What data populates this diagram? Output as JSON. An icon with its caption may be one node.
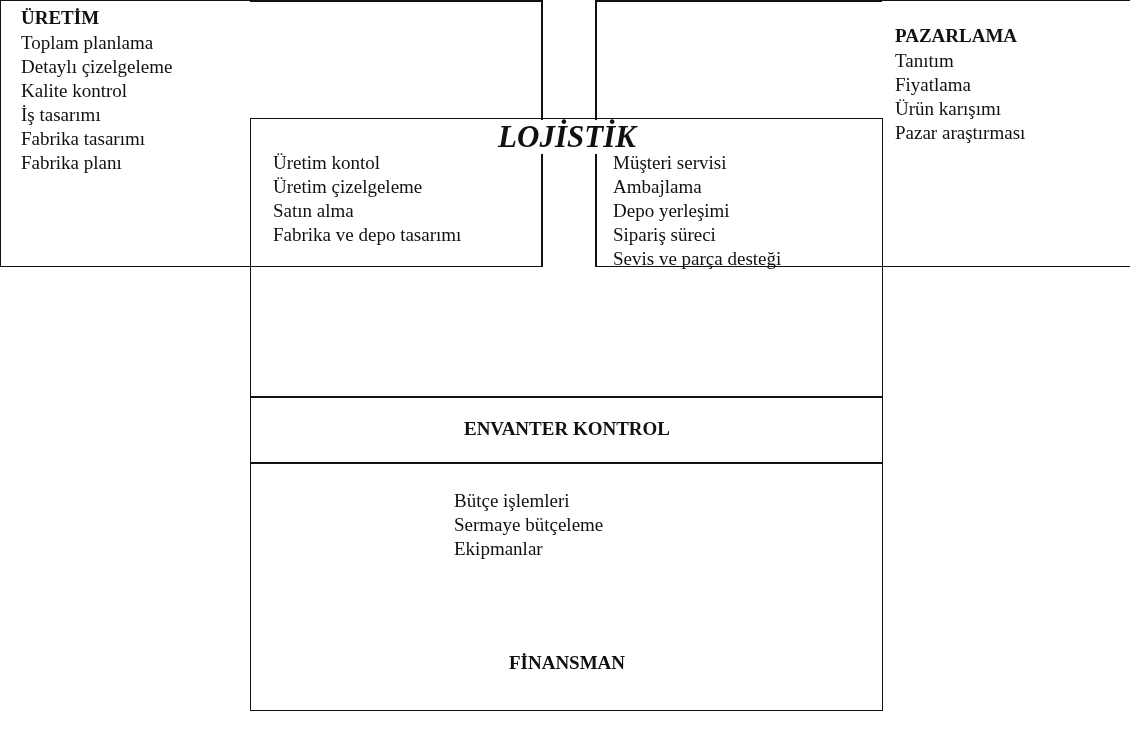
{
  "diagram": {
    "nodes": [
      {
        "text": [
          "ÜRETİM",
          "Toplam planlama",
          "Detaylı çizelgeleme",
          "Kalite kontrol",
          "İş tasarımı",
          "Fabrika tasarımı",
          "Fabrika planı"
        ]
      },
      {
        "text": [
          "PAZARLAMA",
          "Tanıtım",
          "Fiyatlama",
          "Ürün karışımı",
          "Pazar araştırması"
        ]
      },
      {
        "text": [
          "LOJİSTİK",
          "Üretim kontol",
          "Üretim çizelgeleme",
          "Satın alma",
          "Fabrika ve depo tasarımı",
          "Müşteri servisi",
          "Ambajlama",
          "Depo yerleşimi",
          "Sipariş süreci",
          "Sevis ve parça desteği"
        ]
      },
      {
        "text": [
          "ENVANTER KONTROL"
        ]
      },
      {
        "text": [
          "Bütçe işlemleri",
          "Sermaye bütçeleme",
          "Ekipmanlar",
          "FİNANSMAN"
        ]
      }
    ]
  }
}
